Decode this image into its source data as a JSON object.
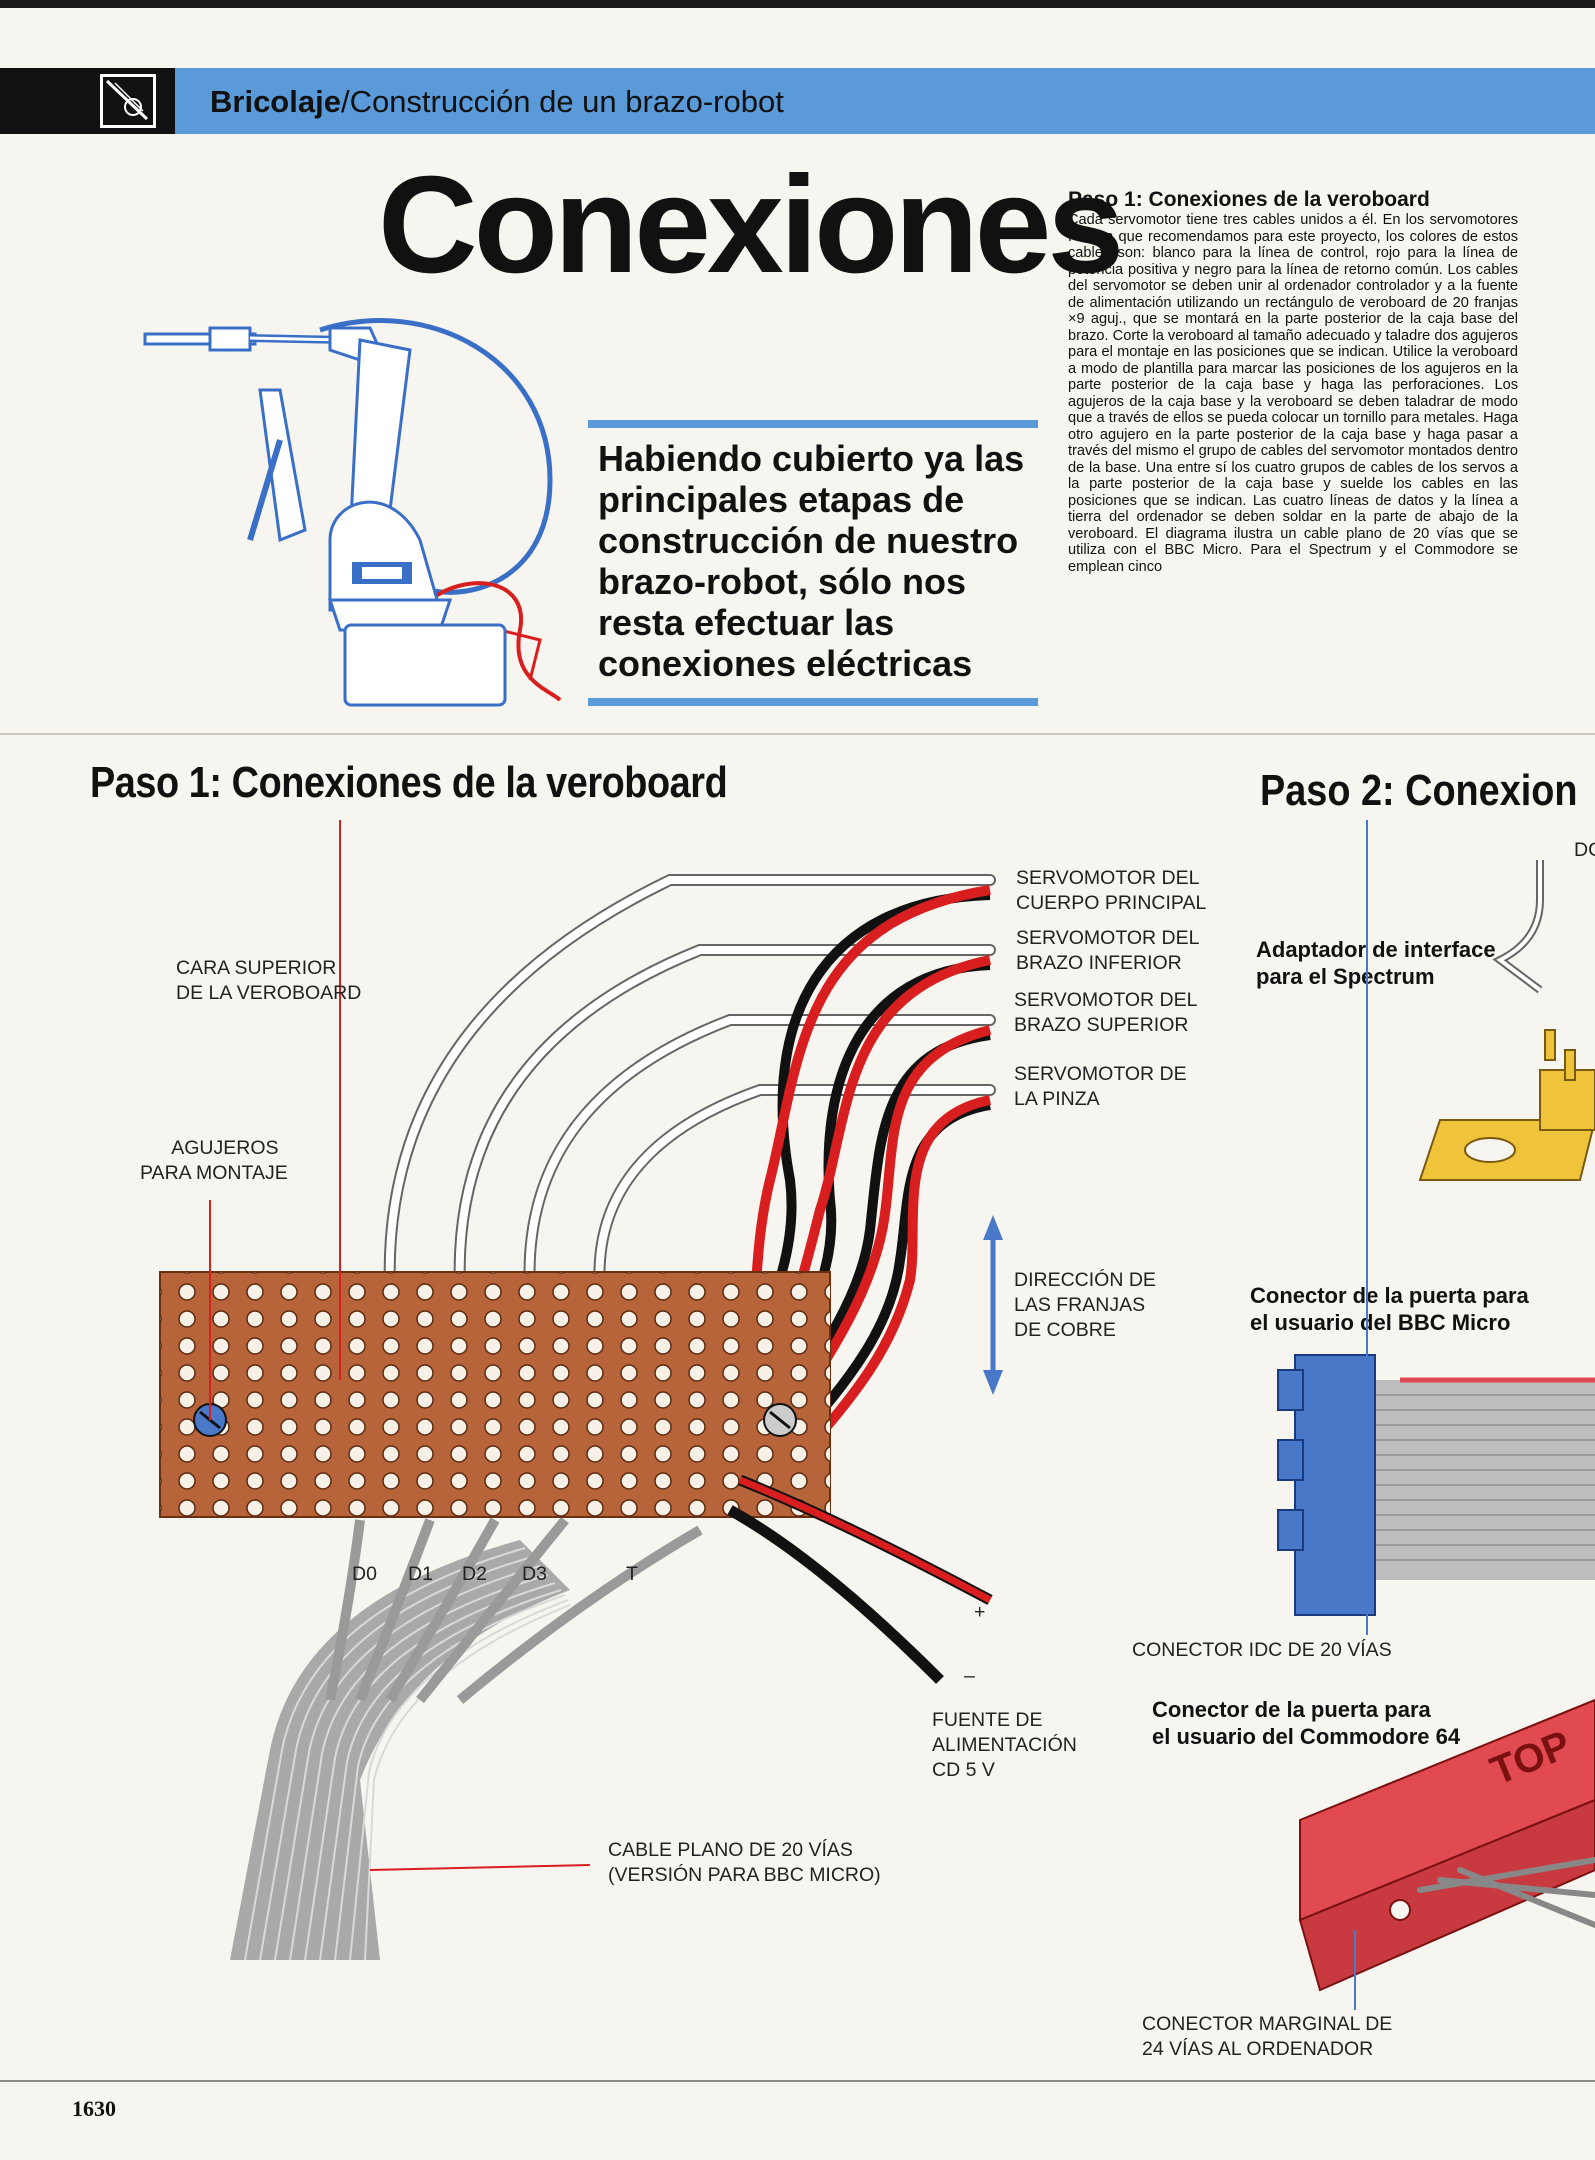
{
  "header": {
    "section": "Bricolaje",
    "subtitle": "/Construcción de un brazo-robot"
  },
  "title": "Conexiones",
  "intro": "Habiendo cubierto ya las principales etapas de construcción de nuestro brazo-robot, sólo nos resta efectuar las conexiones eléctricas",
  "column": {
    "heading": "Paso 1: Conexiones de la veroboard",
    "body": "Cada servomotor tiene tres cables unidos a él. En los servomotores Futaba que recomendamos para este proyecto, los colores de estos cables son: blanco para la línea de control, rojo para la línea de potencia positiva y negro para la línea de retorno común. Los cables del servomotor se deben unir al ordenador controlador y a la fuente de alimentación utilizando un rectángulo de veroboard de 20 franjas ×9 aguj., que se montará en la parte posterior de la caja base del brazo. Corte la veroboard al tamaño adecuado y taladre dos agujeros para el montaje en las posiciones que se indican. Utilice la veroboard a modo de plantilla para marcar las posiciones de los agujeros en la parte posterior de la caja base y haga las perforaciones. Los agujeros de la caja base y la veroboard se deben taladrar de modo que a través de ellos se pueda colocar un tornillo para metales. Haga otro agujero en la parte posterior de la caja base y haga pasar a través del mismo el grupo de cables del servomotor montados dentro de la base. Una entre sí los cuatro grupos de cables de los servos a la parte posterior de la caja base y suelde los cables en las posiciones que se indican. Las cuatro líneas de datos y la línea a tierra del ordenador se deben soldar en la parte de abajo de la veroboard. El diagrama ilustra un cable plano de 20 vías que se utiliza con el BBC Micro. Para el Spectrum y el Commodore se emplean cinco"
  },
  "step1": {
    "title": "Paso 1: Conexiones de la veroboard",
    "labels": {
      "cara_superior": [
        "CARA SUPERIOR",
        "DE LA VEROBOARD"
      ],
      "agujeros": [
        "AGUJEROS",
        "PARA MONTAJE"
      ],
      "servo1": [
        "SERVOMOTOR DEL",
        "CUERPO PRINCIPAL"
      ],
      "servo2": [
        "SERVOMOTOR DEL",
        "BRAZO INFERIOR"
      ],
      "servo3": [
        "SERVOMOTOR DEL",
        "BRAZO SUPERIOR"
      ],
      "servo4": [
        "SERVOMOTOR DE",
        "LA PINZA"
      ],
      "direccion": [
        "DIRECCIÓN DE",
        "LAS FRANJAS",
        "DE COBRE"
      ],
      "fuente": [
        "FUENTE DE",
        "ALIMENTACIÓN",
        "CD 5 V"
      ],
      "cable": [
        "CABLE PLANO DE 20 VÍAS",
        "(VERSIÓN PARA BBC MICRO)"
      ],
      "plus": "+",
      "minus": "–",
      "d0": "D0",
      "d1": "D1",
      "d2": "D2",
      "d3": "D3",
      "t": "T"
    }
  },
  "step2": {
    "title": "Paso 2: Conexion",
    "dc": "DC",
    "spectrum": [
      "Adaptador de interface",
      "para el Spectrum"
    ],
    "bbc": [
      "Conector de la puerta para",
      "el usuario del BBC Micro"
    ],
    "idc": "CONECTOR IDC DE 20 VÍAS",
    "commodore": [
      "Conector de la puerta para",
      "el usuario del Commodore 64"
    ],
    "top": "TOP",
    "marginal": [
      "CONECTOR MARGINAL DE",
      "24 VÍAS AL ORDENADOR"
    ]
  },
  "page_number": "1630",
  "colors": {
    "accent_blue": "#5b9ad8",
    "copper": "#b8643a",
    "red_wire": "#d81e1e",
    "connector_red": "#e04a50",
    "idc_blue": "#4a78c8"
  }
}
